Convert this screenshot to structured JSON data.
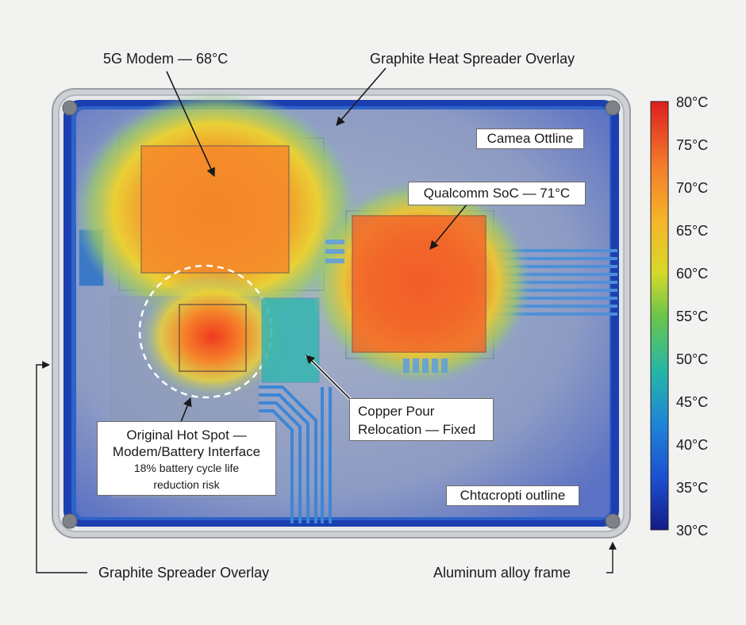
{
  "callouts": {
    "modem": "5G Modem — 68°C",
    "graphite_top": "Graphite Heat Spreader Overlay",
    "camera": "Camea Ottline",
    "soc": "Qualcomm SoC — 71°C",
    "copper_line1": "Copper Pour",
    "copper_line2": "Relocation — Fixed",
    "hotspot_line1": "Original Hot Spot —",
    "hotspot_line2": "Modem/Battery Interface",
    "hotspot_line3": "18% battery cycle life",
    "hotspot_line4": "reduction risk",
    "chassis": "Chtαcropti outline",
    "graphite_bottom": "Graphite Spreader Overlay",
    "frame": "Aluminum alloy frame"
  },
  "colorbar": {
    "ticks": [
      "80°C",
      "75°C",
      "70°C",
      "65°C",
      "60°C",
      "55°C",
      "50°C",
      "45°C",
      "40°C",
      "35°C",
      "30°C"
    ],
    "min": 30,
    "max": 80,
    "unit": "°C"
  },
  "colors": {
    "hot": "#e8231e",
    "warm": "#f58a2a",
    "mid": "#e9d52b",
    "cool": "#3fb6b0",
    "cold": "#1633a8",
    "frame": "#cfd2d6"
  }
}
